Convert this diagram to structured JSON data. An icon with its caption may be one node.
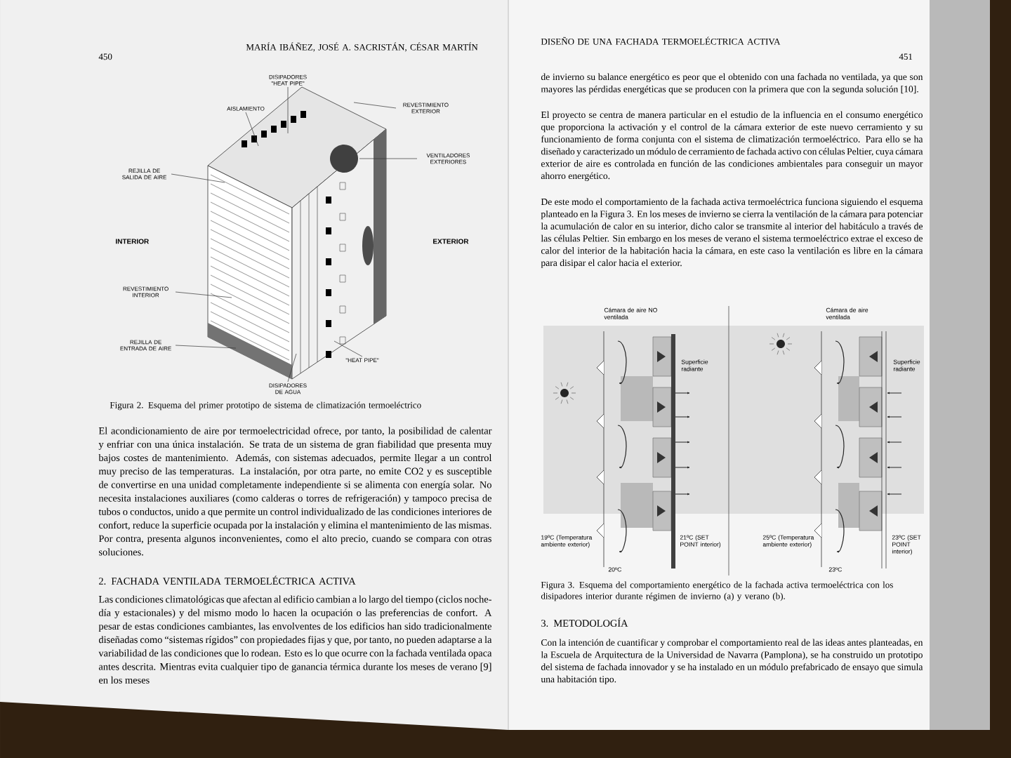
{
  "diagram": {
    "nodes": [
      {
        "text": [
          "DISIPADORES \"HEAT PIPE\""
        ]
      },
      {
        "text": [
          "AISLAMIENTO"
        ]
      },
      {
        "text": [
          "REVESTIMIENTO EXTERIOR"
        ]
      },
      {
        "text": [
          "VENTILADORES EXTERIORES"
        ]
      },
      {
        "text": [
          "REJILLA DE SALIDA DE AIRE"
        ]
      },
      {
        "text": [
          "REVESTIMIENTO INTERIOR"
        ]
      },
      {
        "text": [
          "REJILLA DE ENTRADA DE AIRE"
        ]
      },
      {
        "text": [
          "\"HEAT PIPE\""
        ]
      },
      {
        "text": [
          "DISIPADORES DE AGUA"
        ]
      }
    ],
    "edges": [
      {
        "from": 0,
        "to": null,
        "arrow": "none"
      },
      {
        "from": 1,
        "to": null,
        "arrow": "none"
      },
      {
        "from": 2,
        "to": null,
        "arrow": "none"
      },
      {
        "from": 3,
        "to": null,
        "arrow": "none"
      },
      {
        "from": 4,
        "to": null,
        "arrow": "none"
      },
      {
        "from": 5,
        "to": null,
        "arrow": "none"
      },
      {
        "from": 6,
        "to": null,
        "arrow": "none"
      },
      {
        "from": 7,
        "to": null,
        "arrow": "none"
      },
      {
        "from": 8,
        "to": null,
        "arrow": "none"
      }
    ],
    "labels": [
      "450",
      "MARÍA IBÁÑEZ, JOSÉ A. SACRISTÁN, CÉSAR MARTÍN",
      "INTERIOR",
      "EXTERIOR",
      "Figura 2. Esquema del primer prototipo de sistema de climatización termoeléctrico",
      "El acondicionamiento de aire por termoelectricidad ofrece, por tanto, la posibilidad de calentar y enfriar con una única instalación. Se trata de un sistema de gran fiabilidad que presenta muy bajos costes de mantenimiento. Además, con sistemas adecuados, permite llegar a un control muy preciso de las temperaturas. La instalación, por otra parte, no emite CO2 y es susceptible de convertirse en una unidad completamente independiente si se alimenta con energía solar. No necesita instalaciones auxiliares (como calderas o torres de refrigeración) y tampoco precisa de tubos o conductos, unido a que permite un control individualizado de las condiciones interiores de confort, reduce la superficie ocupada por la instalación y elimina el mantenimiento de las mismas. Por contra, presenta algunos inconvenientes, como el alto precio, cuando se compara con otras soluciones.",
      "2. FACHADA VENTILADA TERMOELÉCTRICA ACTIVA",
      "Las condiciones climatológicas que afectan al edificio cambian a lo largo del tiempo (ciclos noche-día y estacionales) y del mismo modo lo hacen la ocupación o las preferencias de confort. A pesar de estas condiciones cambiantes, las envolventes de los edificios han sido tradicionalmente diseñadas como “sistemas rígidos” con propiedades fijas y que, por tanto, no pueden adaptarse a la variabilidad de las condiciones que lo rodean. Esto es lo que ocurre con la fachada ventilada opaca antes descrita. Mientras evita cualquier tipo de ganancia térmica durante los meses de verano [9] en los meses",
      "DISEÑO DE UNA FACHADA TERMOELÉCTRICA ACTIVA",
      "451",
      "de invierno su balance energético es peor que el obtenido con una fachada no ventilada, ya que son mayores las pérdidas energéticas que se producen con la primera que con la segunda solución [10].",
      "El proyecto se centra de manera particular en el estudio de la influencia en el consumo energético que proporciona la activación y el control de la cámara exterior de este nuevo cerramiento y su funcionamiento de forma conjunta con el sistema de climatización termoeléctrico. Para ello se ha diseñado y caracterizado un módulo de cerramiento de fachada activo con células Peltier, cuya cámara exterior de aire es controlada en función de las condiciones ambientales para conseguir un mayor ahorro energético.",
      "De este modo el comportamiento de la fachada activa termoeléctrica funciona siguiendo el esquema planteado en la Figura 3. En los meses de invierno se cierra la ventilación de la cámara para potenciar la acumulación de calor en su interior, dicho calor se transmite al interior del habitáculo a través de las células Peltier. Sin embargo en los meses de verano el sistema termoeléctrico extrae el exceso de calor del interior de la habitación hacia la cámara, en este caso la ventilación es libre en la cámara para disipar el calor hacia el exterior.",
      "Cámara de aire NO ventilada",
      "Superficie radiante",
      "19ºC (Temperatura ambiente exterior)",
      "20ºC",
      "21ºC (SET POINT interior)",
      "Cámara de aire ventilada",
      "Superficie radiante",
      "25ºC (Temperatura ambiente exterior)",
      "23ºC",
      "23ºC (SET POINT interior)",
      "Figura 3. Esquema del comportamiento energético de la fachada activa termoeléctrica con los disipadores interior durante régimen de invierno (a) y verano (b).",
      "3. METODOLOGÍA",
      "Con la intención de cuantificar y comprobar el comportamiento real de las ideas antes planteadas, en la Escuela de Arquitectura de la Universidad de Navarra (Pamplona), se ha construido un prototipo del sistema de fachada innovador y se ha instalado en un módulo prefabricado de ensayo que simula una habitación tipo."
    ]
  }
}
